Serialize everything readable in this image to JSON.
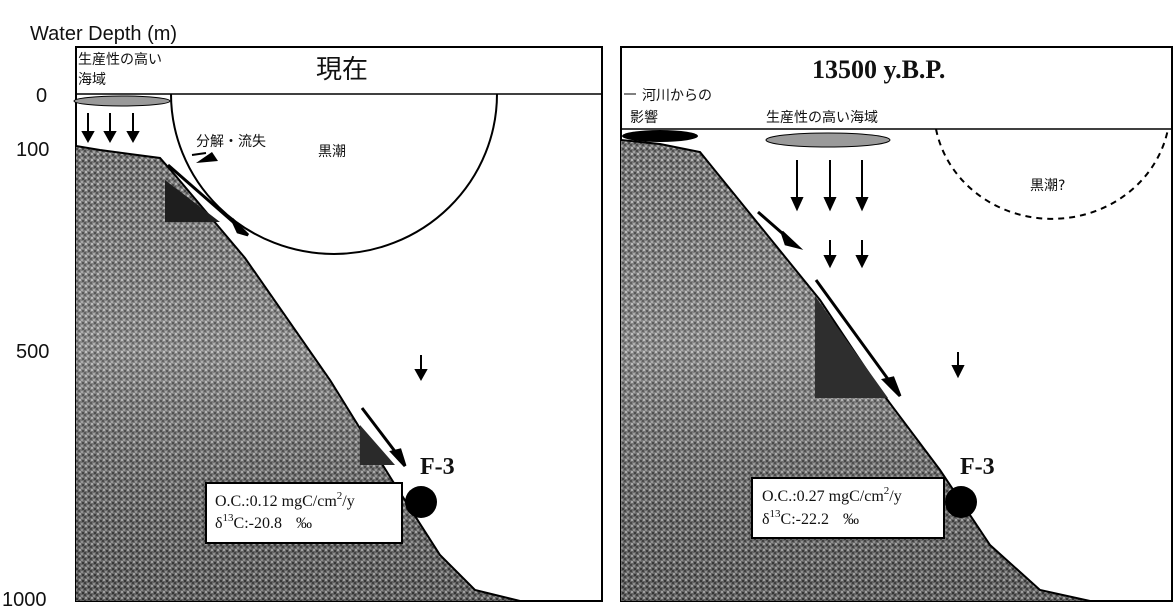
{
  "y_axis": {
    "title": "Water Depth (m)",
    "ticks": [
      "0",
      "100",
      "500",
      "1000"
    ]
  },
  "panels": [
    {
      "title": "現在",
      "productive_zone_label_line1": "生産性の高い",
      "productive_zone_label_line2": "海域",
      "decomposition_label": "分解・流失",
      "current_label": "黒潮",
      "site_label": "F-3",
      "oc_label": "O.C.:0.12 mgC/cm",
      "oc_sup": "2",
      "oc_unit_tail": "/y",
      "delta_prefix": "δ",
      "delta_sup": "13",
      "delta_label": "C:-20.8",
      "permil": "‰"
    },
    {
      "title": "13500 y.B.P.",
      "river_label_line1": "河川からの",
      "river_label_line2": "影響",
      "productive_zone_label": "生産性の高い海域",
      "current_label": "黒潮?",
      "site_label": "F-3",
      "oc_label": "O.C.:0.27 mgC/cm",
      "oc_sup": "2",
      "oc_unit_tail": "/y",
      "delta_prefix": "δ",
      "delta_sup": "13",
      "delta_label": "C:-22.2",
      "permil": "‰"
    }
  ]
}
